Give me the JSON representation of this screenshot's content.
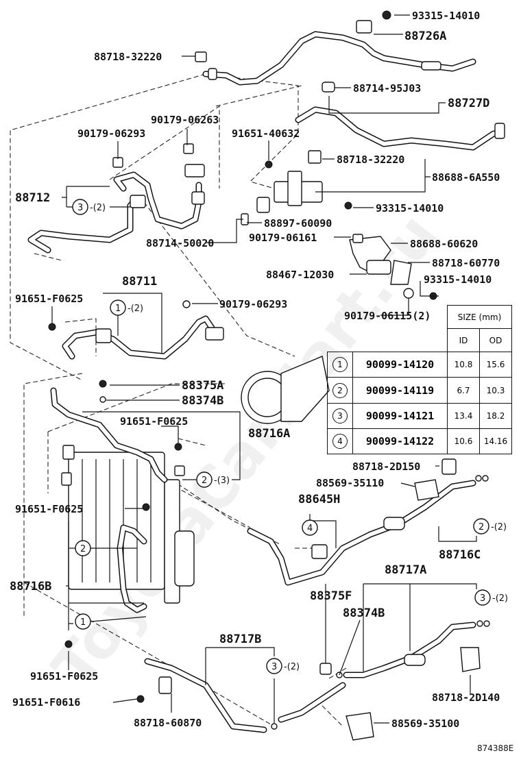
{
  "watermark": "ToyotaCarMart.ru",
  "labels": {
    "p93315_14010_a": "93315-14010",
    "p88726A": "88726A",
    "p88718_32220_a": "88718-32220",
    "p88714_95J03": "88714-95J03",
    "p88727D": "88727D",
    "p90179_06263": "90179-06263",
    "p90179_06293_a": "90179-06293",
    "p91651_40632": "91651-40632",
    "p88718_32220_b": "88718-32220",
    "p88688_6A550": "88688-6A550",
    "p88712": "88712",
    "p93315_14010_b": "93315-14010",
    "p88897_60090": "88897-60090",
    "p88714_50020": "88714-50020",
    "p90179_06161": "90179-06161",
    "p88688_60620": "88688-60620",
    "p88718_60770": "88718-60770",
    "p88711": "88711",
    "p88467_12030": "88467-12030",
    "p93315_14010_c": "93315-14010",
    "p91651_F0625_a": "91651-F0625",
    "p90179_06293_b": "90179-06293",
    "p90179_06115": "90179-06115(2)",
    "p88375A": "88375A",
    "p88374B_a": "88374B",
    "p91651_F0625_b": "91651-F0625",
    "p88716A": "88716A",
    "p88718_2D150": "88718-2D150",
    "p88569_35110": "88569-35110",
    "p88645H": "88645H",
    "p91651_F0625_c": "91651-F0625",
    "p88716C": "88716C",
    "p88716B": "88716B",
    "p88717A": "88717A",
    "p88375F": "88375F",
    "p88374B_b": "88374B",
    "p88717B": "88717B",
    "p91651_F0625_d": "91651-F0625",
    "p88718_2D140": "88718-2D140",
    "p91651_F0616": "91651-F0616",
    "p88718_60870": "88718-60870",
    "p88569_35100": "88569-35100"
  },
  "callouts": {
    "c3_88712": {
      "num": "3",
      "qty": "-(2)"
    },
    "c1_88711": {
      "num": "1",
      "qty": "-(2)"
    },
    "c2_88716A": {
      "num": "2",
      "qty": "-(3)"
    },
    "c4_88645H": {
      "num": "4",
      "qty": ""
    },
    "c2_88716C": {
      "num": "2",
      "qty": "-(2)"
    },
    "c2_88716B": {
      "num": "2",
      "qty": ""
    },
    "c1_88716B": {
      "num": "1",
      "qty": ""
    },
    "c3_88717A": {
      "num": "3",
      "qty": "-(2)"
    },
    "c3_88717B": {
      "num": "3",
      "qty": "-(2)"
    }
  },
  "size_table": {
    "title": "SIZE",
    "unit": "(mm)",
    "col_id": "ID",
    "col_od": "OD",
    "rows": [
      {
        "num": "1",
        "code": "90099-14120",
        "id": "10.8",
        "od": "15.6"
      },
      {
        "num": "2",
        "code": "90099-14119",
        "id": "6.7",
        "od": "10.3"
      },
      {
        "num": "3",
        "code": "90099-14121",
        "id": "13.4",
        "od": "18.2"
      },
      {
        "num": "4",
        "code": "90099-14122",
        "id": "10.6",
        "od": "14.16"
      }
    ]
  },
  "figure_ref": "874388E"
}
